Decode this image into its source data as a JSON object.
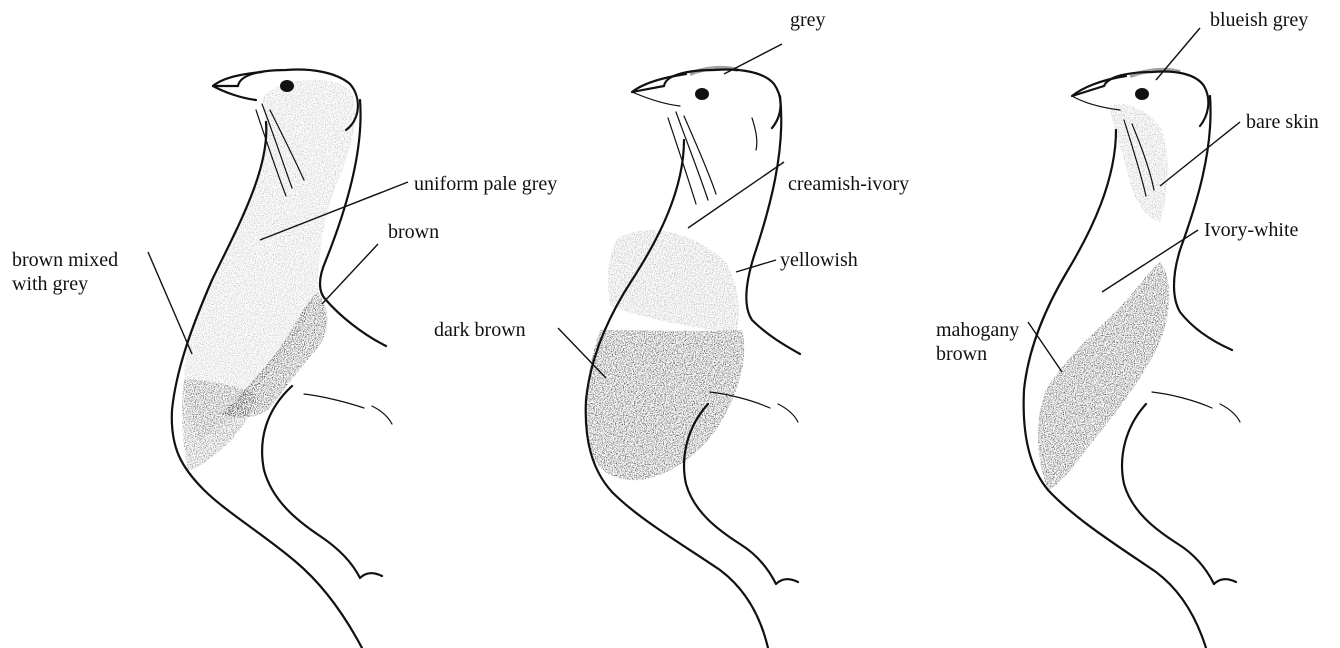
{
  "colors": {
    "ink": "#111111",
    "background": "#ffffff"
  },
  "panels": [
    {
      "name": "left-bird",
      "labels": {
        "neck": "uniform pale grey",
        "breast_side": "brown",
        "breast_front_line1": "brown mixed",
        "breast_front_line2": "with grey"
      }
    },
    {
      "name": "middle-bird",
      "labels": {
        "crown": "grey",
        "neck": "creamish-ivory",
        "lower_neck": "yellowish",
        "breast": "dark brown"
      }
    },
    {
      "name": "right-bird",
      "labels": {
        "crown": "blueish grey",
        "skin": "bare skin",
        "neck": "Ivory-white",
        "breast_line1": "mahogany",
        "breast_line2": "brown"
      }
    }
  ]
}
